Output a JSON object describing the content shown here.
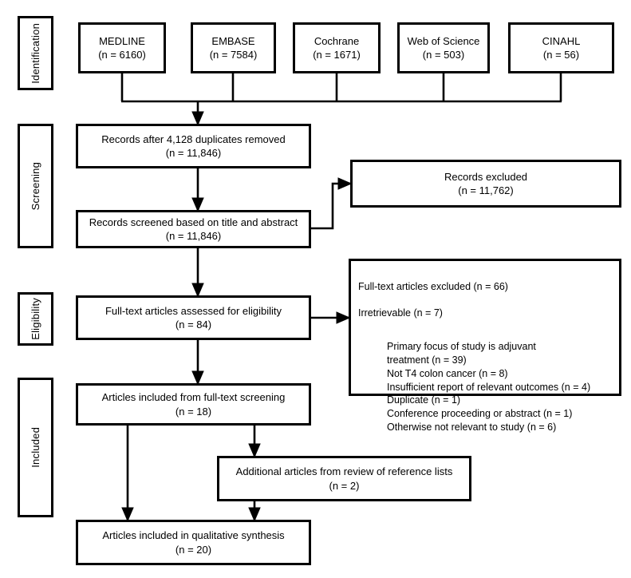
{
  "diagram": {
    "title": "PRISMA flow diagram",
    "line_color": "#000000",
    "box_fill": "#ffffff",
    "text_color": "#000000"
  },
  "stages": [
    {
      "key": "identification",
      "label": "Identification"
    },
    {
      "key": "screening",
      "label": "Screening"
    },
    {
      "key": "eligibility",
      "label": "Eligibility"
    },
    {
      "key": "included",
      "label": "Included"
    }
  ],
  "sources": [
    {
      "name": "MEDLINE",
      "count": "(n = 6160)",
      "text": "MEDLINE\n(n = 6160)"
    },
    {
      "name": "EMBASE",
      "count": "(n = 7584)",
      "text": "EMBASE\n(n = 7584)"
    },
    {
      "name": "Cochrane",
      "count": "(n = 1671)",
      "text": "Cochrane\n(n = 1671)"
    },
    {
      "name": "Web of Science",
      "count": "(n = 503)",
      "text": "Web of Science\n(n = 503)"
    },
    {
      "name": "CINAHL",
      "count": "(n = 56)",
      "text": "CINAHL\n(n = 56)"
    }
  ],
  "nodes": {
    "duplicates_removed": {
      "line1": "Records after 4,128 duplicates removed",
      "line2": "(n = 11,846)",
      "text": "Records after 4,128 duplicates removed\n(n = 11,846)"
    },
    "records_screened": {
      "line1": "Records screened based on title and abstract",
      "line2": "(n = 11,846)",
      "text": "Records screened based on title and abstract\n(n = 11,846)"
    },
    "records_excluded": {
      "line1": "Records excluded",
      "line2": "(n = 11,762)",
      "text": "Records excluded\n(n = 11,762)"
    },
    "fulltext_assessed": {
      "line1": "Full-text articles assessed for eligibility",
      "line2": "(n = 84)",
      "text": "Full-text articles assessed for eligibility\n(n = 84)"
    },
    "fulltext_excluded": {
      "heading1": "Full-text articles excluded (n = 66)",
      "heading2": "Irretrievable (n = 7)",
      "reasons": [
        "Primary focus of study is adjuvant\ntreatment (n = 39)",
        "Not T4 colon cancer (n = 8)",
        "Insufficient report of relevant outcomes (n = 4)",
        "Duplicate (n = 1)",
        "Conference proceeding or abstract (n = 1)",
        "Otherwise not relevant to study (n = 6)"
      ],
      "reasons_text": "Primary focus of study is adjuvant\ntreatment (n = 39)\nNot T4 colon cancer (n = 8)\nInsufficient report of relevant outcomes (n = 4)\nDuplicate (n = 1)\nConference proceeding or abstract (n = 1)\nOtherwise not relevant to study (n = 6)"
    },
    "included_fulltext": {
      "line1": "Articles included from full-text screening",
      "line2": "(n = 18)",
      "text": "Articles included from full-text screening\n(n = 18)"
    },
    "additional_articles": {
      "line1": "Additional articles from review of reference lists",
      "line2": "(n = 2)",
      "text": "Additional articles from review of reference lists\n(n = 2)"
    },
    "qualitative_synthesis": {
      "line1": "Articles included in qualitative synthesis",
      "line2": "(n = 20)",
      "text": "Articles included in qualitative synthesis\n(n = 20)"
    }
  }
}
